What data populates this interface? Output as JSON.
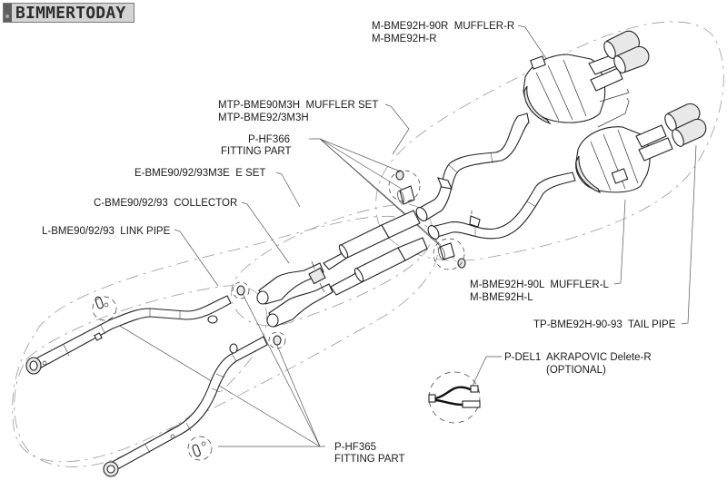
{
  "watermark": {
    "text": "BIMMERTODAY"
  },
  "colors": {
    "line": "#222222",
    "leader": "#555555",
    "dash": "#9a9a9a",
    "background": "#ffffff",
    "logo_bg": "#d4d4d4"
  },
  "labels": {
    "muffler_r": {
      "line1": "M-BME92H-90R  MUFFLER-R",
      "line2": "M-BME92H-R"
    },
    "muffler_set": {
      "line1": "MTP-BME90M3H  MUFFLER SET",
      "line2": "MTP-BME92/3M3H"
    },
    "fitting_366": {
      "line1": "P-HF366",
      "line2": "FITTING PART"
    },
    "e_set": {
      "line1": "E-BME90/92/93M3E  E SET"
    },
    "collector": {
      "line1": "C-BME90/92/93  COLLECTOR"
    },
    "link_pipe": {
      "line1": "L-BME90/92/93  LINK PIPE"
    },
    "muffler_l": {
      "line1": "M-BME92H-90L  MUFFLER-L",
      "line2": "M-BME92H-L"
    },
    "tail_pipe": {
      "line1": "TP-BME92H-90-93  TAIL PIPE"
    },
    "delete_r": {
      "line1": "P-DEL1  AKRAPOVIC Delete-R",
      "line2": "(OPTIONAL)"
    },
    "fitting_365": {
      "line1": "P-HF365",
      "line2": "FITTING PART"
    }
  }
}
